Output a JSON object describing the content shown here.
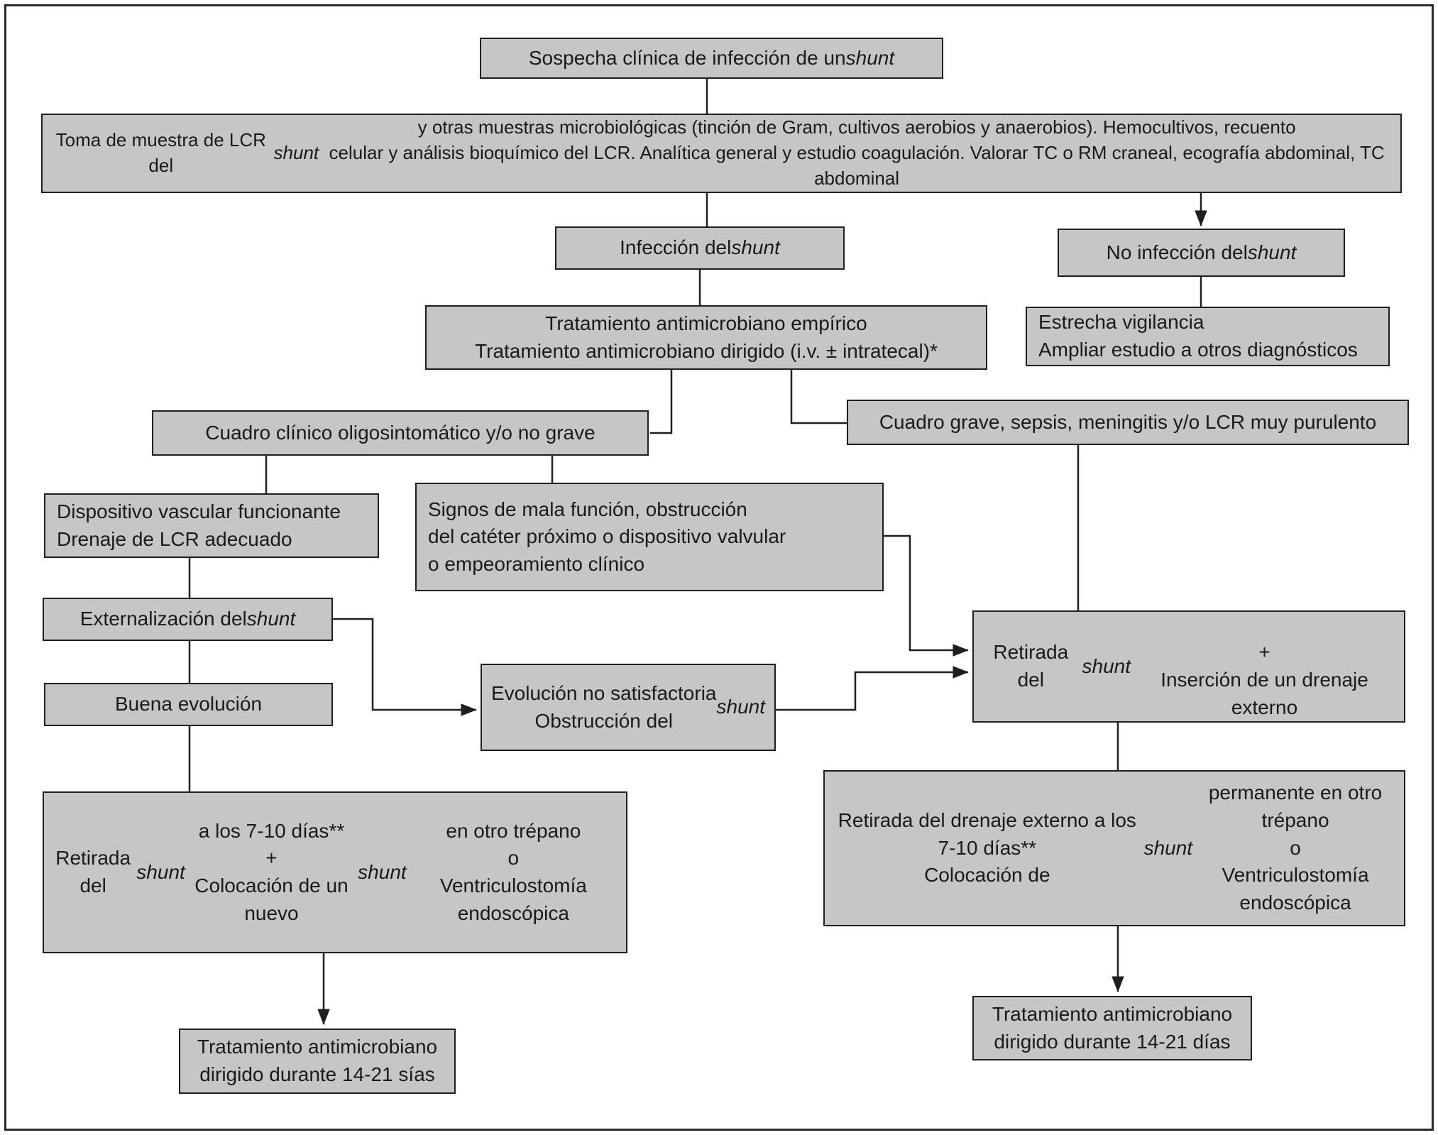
{
  "figure": {
    "type": "flowchart",
    "language": "es",
    "topic": "Manejo de la infeccion de un shunt"
  },
  "styles": {
    "background": "#ffffff",
    "frame_color": "#2a2a2a",
    "box_fill": "#c6c6c6",
    "box_border": "#1f1f1f",
    "line_color": "#1f1f1f",
    "text_color": "#1a1a1a"
  },
  "nodes": {
    "suspicion": {
      "lines": [
        "Sospecha clínica de infección de un _shunt_"
      ]
    },
    "sampling": {
      "lines": [
        "Toma de muestra de LCR del _shunt_ y otras muestras microbiológicas (tinción de Gram, cultivos aerobios y anaerobios). Hemocultivos, recuento",
        "celular y análisis bioquímico del LCR. Analítica general y estudio coagulación. Valorar TC o RM craneal, ecografía abdominal, TC abdominal"
      ]
    },
    "infection": {
      "lines": [
        "Infección del _shunt_"
      ]
    },
    "no_infection": {
      "lines": [
        "No infección del _shunt_"
      ]
    },
    "surveillance": {
      "lines": [
        "Estrecha vigilancia",
        "Ampliar estudio a otros diagnósticos"
      ]
    },
    "empirical_treatment": {
      "lines": [
        "Tratamiento antimicrobiano empírico",
        "Tratamiento antimicrobiano dirigido (i.v. ± intratecal)*"
      ]
    },
    "mild_presentation": {
      "lines": [
        "Cuadro clínico oligosintomático y/o no grave"
      ]
    },
    "severe_presentation": {
      "lines": [
        "Cuadro grave, sepsis, meningitis y/o LCR muy purulento"
      ]
    },
    "malfunction_signs": {
      "lines": [
        "Signos de mala función, obstrucción",
        "del catéter próximo o dispositivo valvular",
        "o empeoramiento clínico"
      ]
    },
    "working_device": {
      "lines": [
        "Dispositivo vascular funcionante",
        "Drenaje de LCR adecuado"
      ]
    },
    "externalization": {
      "lines": [
        "Externalización del _shunt_"
      ]
    },
    "good_evolution": {
      "lines": [
        "Buena evolución"
      ]
    },
    "unsatisfactory_evolution": {
      "lines": [
        "Evolución no satisfactoria",
        "Obstrucción del _shunt_"
      ]
    },
    "shunt_removal_external_drain": {
      "lines": [
        "Retirada del _shunt_",
        "+",
        "Inserción de un drenaje externo"
      ]
    },
    "shunt_removal_7_10_days": {
      "lines": [
        "Retirada del _shunt_ a los 7-10 días**",
        "+",
        "Colocación de un nuevo _shunt_ en otro trépano",
        "o",
        "Ventriculostomía endoscópica"
      ]
    },
    "drain_removal_7_10_days": {
      "lines": [
        "Retirada del drenaje externo a los 7-10 días**",
        "Colocación de _shunt_ permanente en otro trépano",
        "o",
        "Ventriculostomía endoscópica"
      ]
    },
    "targeted_treatment_left": {
      "lines": [
        "Tratamiento antimicrobiano",
        "dirigido durante 14-21 sías"
      ]
    },
    "targeted_treatment_right": {
      "lines": [
        "Tratamiento antimicrobiano",
        "dirigido durante 14-21 días"
      ]
    }
  }
}
